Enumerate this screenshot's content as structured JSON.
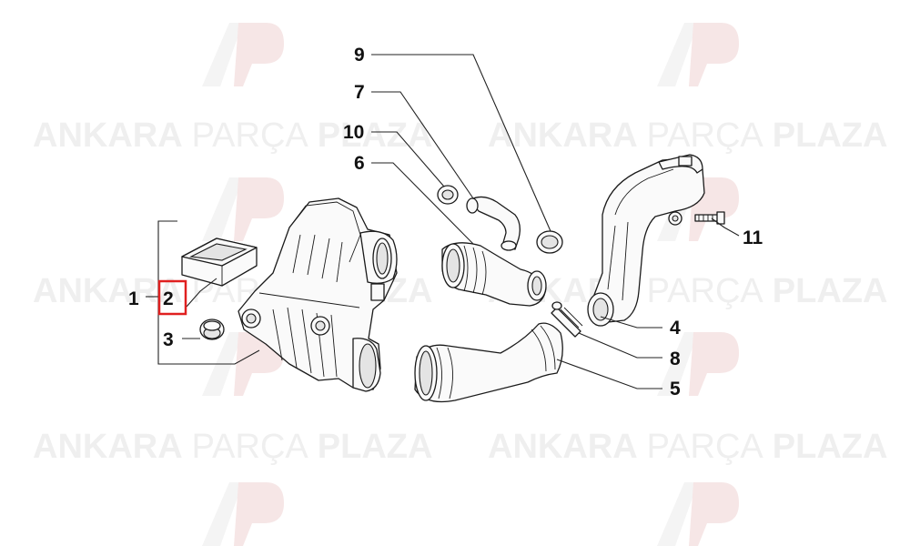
{
  "watermark": {
    "word1": "ANKARA",
    "word2": "PARÇA",
    "word3": "PLAZA",
    "logo_icon": "ap-logo-icon"
  },
  "callouts": {
    "c1": "1",
    "c2": "2",
    "c3": "3",
    "c4": "4",
    "c5": "5",
    "c6": "6",
    "c7": "7",
    "c8": "8",
    "c9": "9",
    "c10": "10",
    "c11": "11"
  },
  "highlight": {
    "callout": "2",
    "color": "#e02020"
  }
}
